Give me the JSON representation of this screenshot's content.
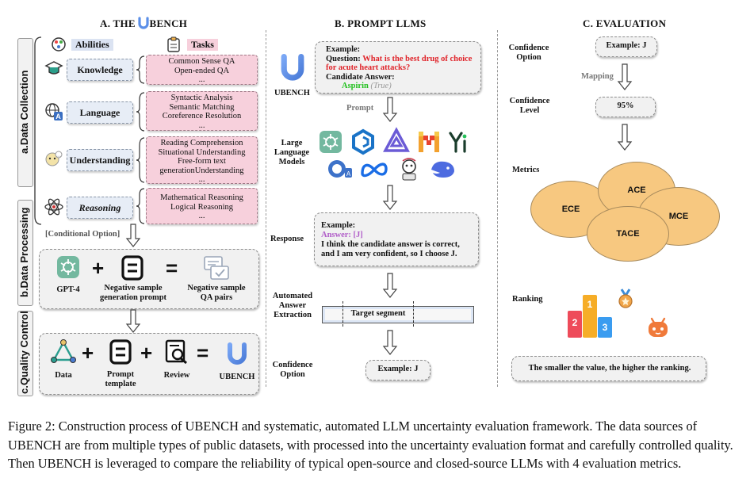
{
  "sections": {
    "a_title_prefix": "A. THE",
    "a_title_suffix": "BENCH",
    "b_title": "B. PROMPT LLMS",
    "c_title": "C. EVALUATION"
  },
  "side_labels": {
    "data_collection": "a.Data Collection",
    "data_processing": "b.Data Processing",
    "quality_control": "c.Quality Control"
  },
  "collection": {
    "abilities_header": "Abilities",
    "tasks_header": "Tasks",
    "rows": [
      {
        "ability": "Knowledge",
        "tasks": [
          "Common Sense QA",
          "Open-ended QA",
          "..."
        ]
      },
      {
        "ability": "Language",
        "tasks": [
          "Syntactic Analysis",
          "Semantic Matching",
          "Coreference Resolution",
          "..."
        ]
      },
      {
        "ability": "Understanding",
        "tasks": [
          "Reading Comprehension",
          "Situational Understanding",
          "Free-form text",
          "generationUnderstanding",
          "..."
        ]
      },
      {
        "ability": "Reasoning",
        "tasks": [
          "Mathematical Reasoning",
          "Logical Reasoning",
          "..."
        ]
      }
    ]
  },
  "processing": {
    "conditional_option": "[Conditional Option]",
    "gpt4": "GPT-4",
    "neg_prompt": "Negative sample generation prompt",
    "neg_pairs": "Negative sample QA pairs"
  },
  "quality": {
    "data": "Data",
    "prompt_template": "Prompt template",
    "review": "Review",
    "ubench": "UBENCH"
  },
  "prompt": {
    "ubench_label": "UBENCH",
    "example_label": "Example:",
    "question_label": "Question:",
    "question_text": "What is the best drug of choice for acute heart attacks?",
    "candidate_label": "Candidate Answer:",
    "candidate_value": "Aspirin",
    "candidate_flag": "(True)",
    "prompt_label": "Prompt",
    "llm_label": "Large Language Models",
    "response_label": "Response",
    "resp_example": "Example:",
    "resp_answer": "Answer: [J]",
    "resp_text": "I think the candidate answer is correct, and I am very confident, so I choose J.",
    "extraction_label": "Automated Answer Extraction",
    "target_segment": "Target segment",
    "conf_option_label": "Confidence Option",
    "conf_option_value": "Example: J"
  },
  "evaluation": {
    "conf_option_label": "Confidence Option",
    "conf_option_value": "Example: J",
    "mapping": "Mapping",
    "conf_level_label": "Confidence Level",
    "conf_level_value": "95%",
    "metrics_label": "Metrics",
    "metrics": [
      "ECE",
      "ACE",
      "MCE",
      "TACE"
    ],
    "ranking_label": "Ranking",
    "podium": [
      "1",
      "2",
      "3"
    ],
    "ranking_note": "The smaller the value, the higher the ranking."
  },
  "caption": {
    "figure": "Figure 2:",
    "text": "Construction process of UBENCH and systematic, automated LLM uncertainty evaluation framework. The data sources of UBENCH are from multiple types of public datasets, with processed into the uncertainty evaluation format and carefully controlled quality. Then UBENCH is leveraged to compare the reliability of typical open-source and closed-source LLMs with 4 evaluation metrics."
  },
  "colors": {
    "ubench_blue": "#5b8fe8",
    "pink": "#f7d0dc",
    "cat_blue": "#e7edf6",
    "ellipse": "#f7c880",
    "red_text": "#e0242a",
    "green_text": "#22c01e",
    "purple_text": "#b05cc8"
  }
}
